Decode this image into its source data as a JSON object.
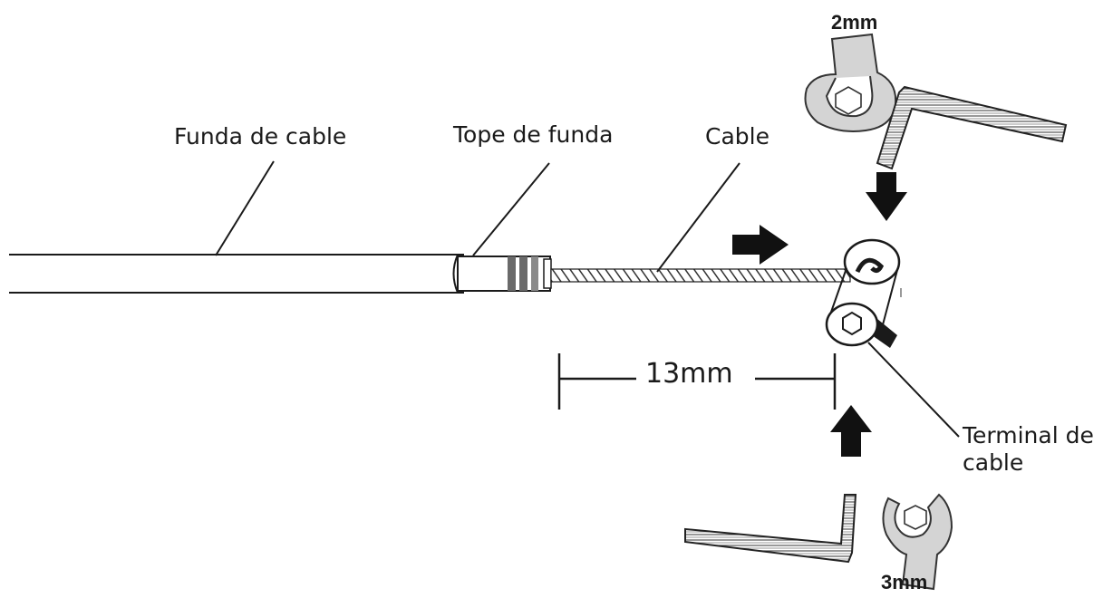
{
  "labels": {
    "housing": "Funda de cable",
    "housing_stop": "Tope de funda",
    "cable": "Cable",
    "terminal": "Terminal de cable",
    "length": "13mm",
    "hex_top": "2mm",
    "hex_bottom": "3mm"
  },
  "icons": {
    "top_wrench": "open-end-wrench-icon",
    "bottom_wrench": "open-end-wrench-icon",
    "top_key": "allen-key-icon",
    "bottom_key": "allen-key-icon",
    "arrows": "arrow-icon"
  },
  "colors": {
    "line": "#1a1a1a",
    "tool_fill": "#d4d4d4",
    "background": "#ffffff"
  }
}
